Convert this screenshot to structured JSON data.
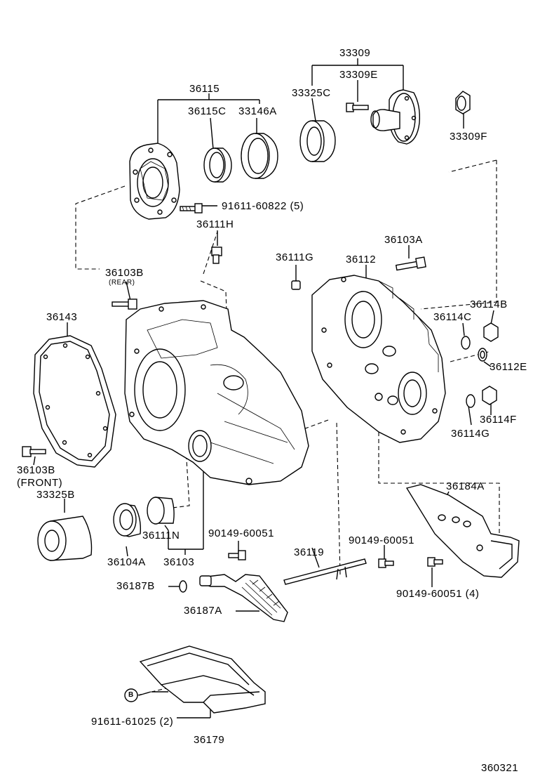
{
  "diagram": {
    "labels": {
      "l33309": "33309",
      "l33309e": "33309E",
      "l33325c": "33325C",
      "l33309f": "33309F",
      "l36115": "36115",
      "l36115c": "36115C",
      "l33146a": "33146A",
      "l91611_60822": "91611-60822 (5)",
      "l36111h": "36111H",
      "l36103a": "36103A",
      "l36111g": "36111G",
      "l36112": "36112",
      "l36103b_rear": "36103B",
      "l_rear": "(REAR)",
      "l36143": "36143",
      "l36114b": "36114B",
      "l36114c": "36114C",
      "l36112e": "36112E",
      "l36114f": "36114F",
      "l36114g": "36114G",
      "l36103b_front": "36103B",
      "l_front": "(FRONT)",
      "l33325b": "33325B",
      "l36184a": "36184A",
      "l90149_60051_a": "90149-60051",
      "l90149_60051_b": "90149-60051",
      "l36119": "36119",
      "l36111n": "36111N",
      "l36104a": "36104A",
      "l36103": "36103",
      "l90149_60051_4": "90149-60051 (4)",
      "l36187b": "36187B",
      "l36187a": "36187A",
      "l91611_61025": "91611-61025 (2)",
      "l36179": "36179",
      "l_code": "360321",
      "l_bolt_mark": "B"
    }
  }
}
